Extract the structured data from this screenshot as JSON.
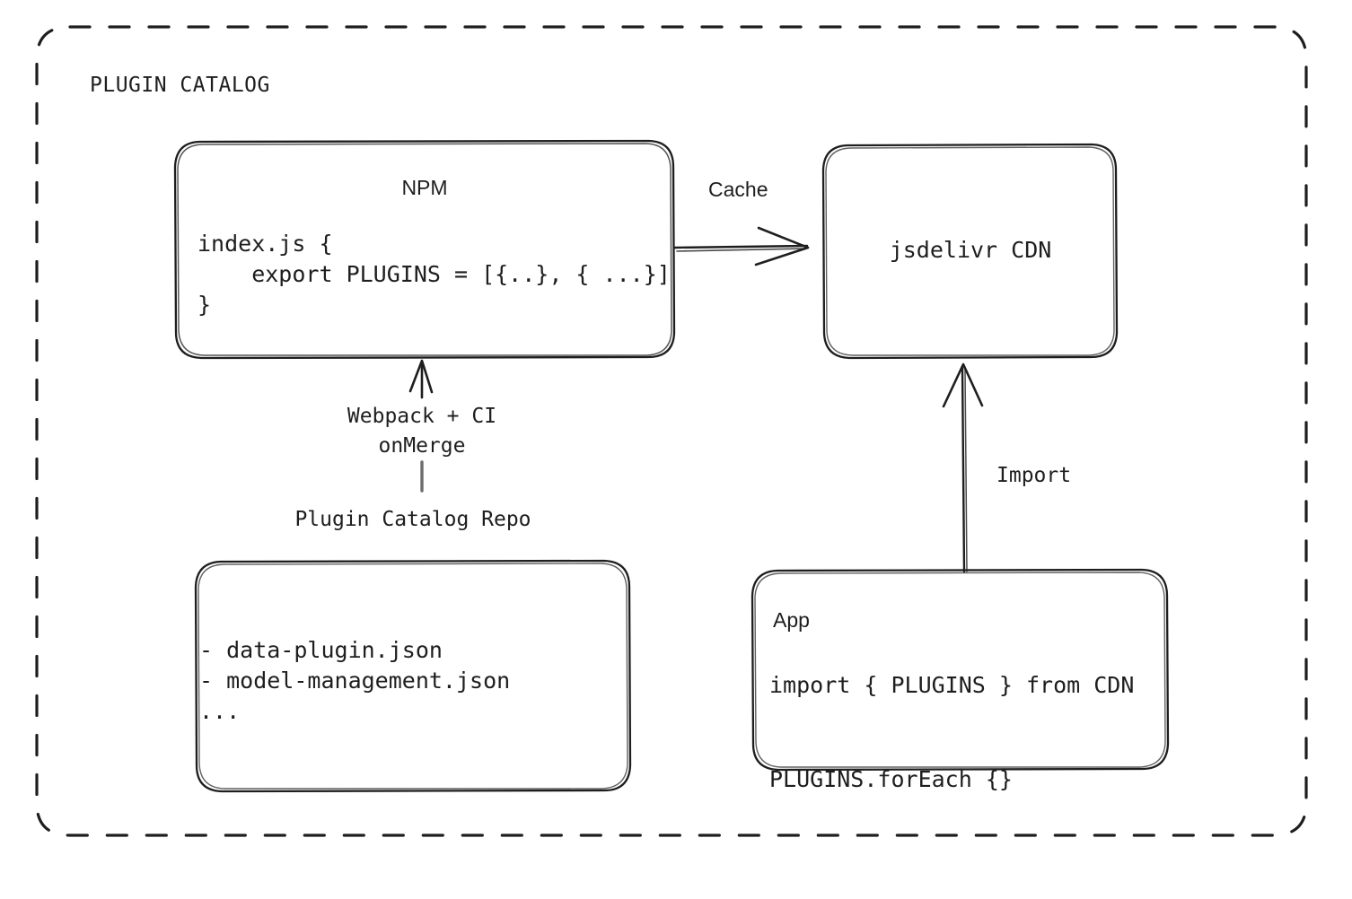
{
  "diagram": {
    "kind": "architecture-flow-diagram",
    "background": "#ffffff",
    "stroke_color": "#1e1e1e",
    "group": {
      "title": "PLUGIN CATALOG",
      "border_style": "dashed",
      "shape": "rounded-rectangle"
    },
    "nodes": {
      "npm": {
        "title": "NPM",
        "code": "index.js {\n    export PLUGINS = [{..}, { ...}]\n}"
      },
      "cdn": {
        "title": "jsdelivr CDN"
      },
      "repo": {
        "caption": "Plugin Catalog Repo",
        "items": "- data-plugin.json\n- model-management.json\n..."
      },
      "app": {
        "title": "App",
        "code": "import { PLUGINS } from CDN\n\nPLUGINS.forEach {}"
      }
    },
    "edges": {
      "npm_to_cdn": {
        "label": "Cache",
        "from": "npm",
        "to": "cdn",
        "direction": "right"
      },
      "repo_to_npm": {
        "label": "Webpack + CI\nonMerge",
        "from": "repo",
        "to": "npm",
        "direction": "up"
      },
      "app_to_cdn": {
        "label": "Import",
        "from": "app",
        "to": "cdn",
        "direction": "up"
      }
    }
  }
}
